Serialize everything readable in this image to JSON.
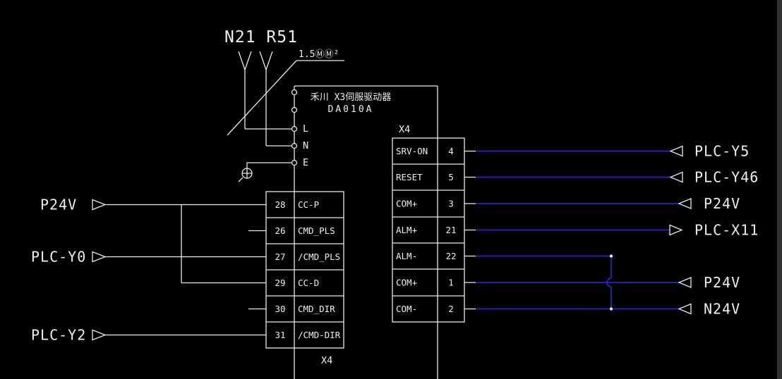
{
  "colors": {
    "background": "#000000",
    "line_white": "#e9e9e9",
    "wire_blue": "#2525c8"
  },
  "annotations": {
    "title_label": "N21 R51",
    "wire_gauge": "1.5ⓂⓂ²"
  },
  "drive": {
    "name": "禾川 X3伺服驱动器",
    "model": "DA010A",
    "terminals": [
      "L",
      "N",
      "E"
    ]
  },
  "left_connector": {
    "name": "X4",
    "rows": [
      {
        "pin": "28",
        "label": "CC-P"
      },
      {
        "pin": "26",
        "label": "CMD_PLS"
      },
      {
        "pin": "27",
        "label": "/CMD_PLS"
      },
      {
        "pin": "29",
        "label": "CC-D"
      },
      {
        "pin": "30",
        "label": "CMD_DIR"
      },
      {
        "pin": "31",
        "label": "/CMD-DIR"
      }
    ]
  },
  "right_connector": {
    "name": "X4",
    "rows": [
      {
        "label": "SRV-ON",
        "pin": "4",
        "target": "PLC-Y5"
      },
      {
        "label": "RESET",
        "pin": "5",
        "target": "PLC-Y46"
      },
      {
        "label": "COM+",
        "pin": "3",
        "target": "P24V"
      },
      {
        "label": "ALM+",
        "pin": "21",
        "target": "PLC-X11"
      },
      {
        "label": "ALM-",
        "pin": "22",
        "target": ""
      },
      {
        "label": "COM+",
        "pin": "1",
        "target": "P24V"
      },
      {
        "label": "COM-",
        "pin": "2",
        "target": "N24V"
      }
    ]
  },
  "left_signals": [
    {
      "label": "P24V"
    },
    {
      "label": "PLC-Y0"
    },
    {
      "label": "PLC-Y2"
    }
  ]
}
